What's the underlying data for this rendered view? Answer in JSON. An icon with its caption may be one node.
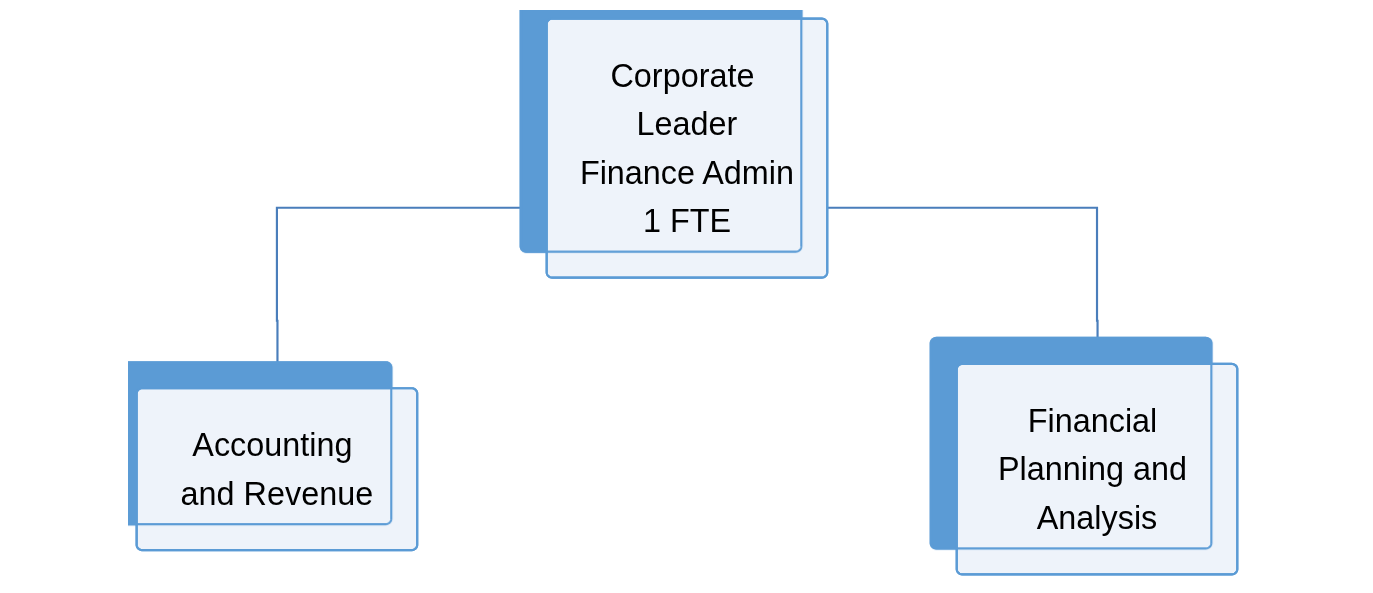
{
  "diagram": {
    "nodes": [
      {
        "text": [
          "Corporate Leader",
          "Finance Admin",
          "1 FTE"
        ]
      },
      {
        "text": [
          "Accounting and Revenue"
        ]
      },
      {
        "text": [
          "Financial Planning and Analysis"
        ]
      }
    ],
    "edges": [
      {
        "from": 0,
        "to": 1,
        "arrow": "none"
      },
      {
        "from": 0,
        "to": 2,
        "arrow": "none"
      }
    ]
  }
}
